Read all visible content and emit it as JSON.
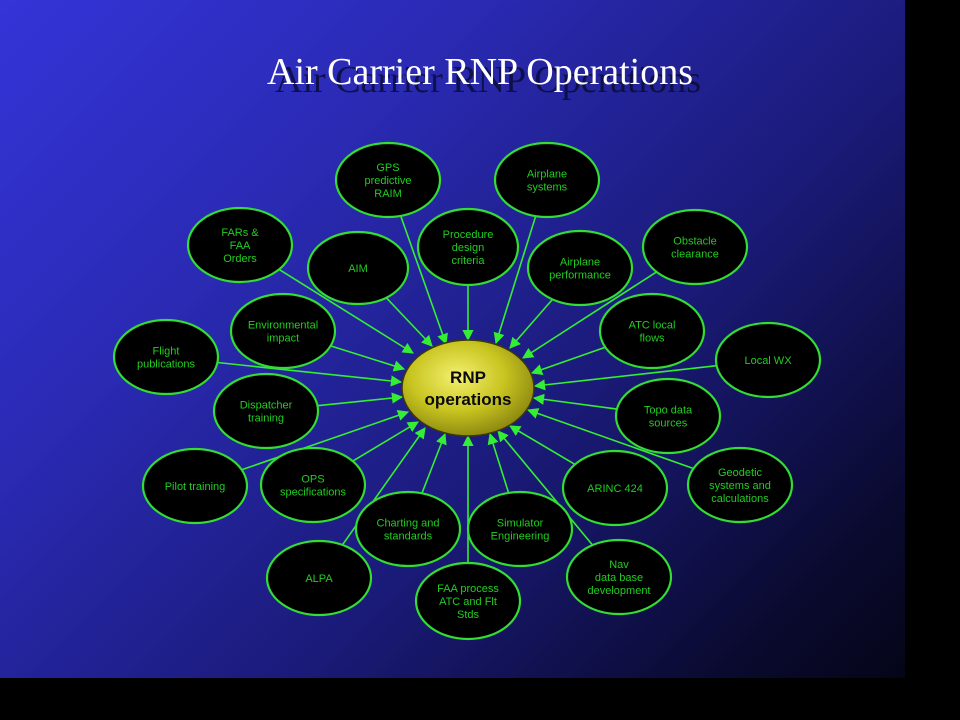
{
  "slide": {
    "title": "Air Carrier RNP Operations"
  },
  "colors": {
    "node_fill": "#000000",
    "node_stroke": "#33dd33",
    "node_text": "#22cc22",
    "arrow": "#33ee33",
    "hub_fill": "#c8c420",
    "hub_text": "#0a0a0a",
    "title_text": "#ffffff"
  },
  "diagram": {
    "hub": {
      "lines": [
        "RNP",
        "operations"
      ]
    },
    "nodes": [
      {
        "id": "gps-predictive-raim",
        "lines": [
          "GPS",
          "predictive",
          "RAIM"
        ]
      },
      {
        "id": "airplane-systems",
        "lines": [
          "Airplane",
          "systems"
        ]
      },
      {
        "id": "fars-faa-orders",
        "lines": [
          "FARs &",
          "FAA",
          "Orders"
        ]
      },
      {
        "id": "aim",
        "lines": [
          "AIM"
        ]
      },
      {
        "id": "procedure-design-criteria",
        "lines": [
          "Procedure",
          "design",
          "criteria"
        ]
      },
      {
        "id": "airplane-performance",
        "lines": [
          "Airplane",
          "performance"
        ]
      },
      {
        "id": "obstacle-clearance",
        "lines": [
          "Obstacle",
          "clearance"
        ]
      },
      {
        "id": "environmental-impact",
        "lines": [
          "Environmental",
          "impact"
        ]
      },
      {
        "id": "atc-local-flows",
        "lines": [
          "ATC local",
          "flows"
        ]
      },
      {
        "id": "flight-publications",
        "lines": [
          "Flight",
          "publications"
        ]
      },
      {
        "id": "local-wx",
        "lines": [
          "Local WX"
        ]
      },
      {
        "id": "dispatcher-training",
        "lines": [
          "Dispatcher",
          "training"
        ]
      },
      {
        "id": "topo-data-sources",
        "lines": [
          "Topo data",
          "sources"
        ]
      },
      {
        "id": "pilot-training",
        "lines": [
          "Pilot training"
        ]
      },
      {
        "id": "ops-specifications",
        "lines": [
          "OPS",
          "specifications"
        ]
      },
      {
        "id": "arinc-424",
        "lines": [
          "ARINC 424"
        ]
      },
      {
        "id": "geodetic-systems",
        "lines": [
          "Geodetic",
          "systems and",
          "calculations"
        ]
      },
      {
        "id": "charting-and-standards",
        "lines": [
          "Charting and",
          "standards"
        ]
      },
      {
        "id": "simulator-engineering",
        "lines": [
          "Simulator",
          "Engineering"
        ]
      },
      {
        "id": "alpa",
        "lines": [
          "ALPA"
        ]
      },
      {
        "id": "faa-process",
        "lines": [
          "FAA process",
          "ATC and Flt",
          "Stds"
        ]
      },
      {
        "id": "nav-data-base-development",
        "lines": [
          "Nav",
          "data base",
          "development"
        ]
      }
    ]
  }
}
